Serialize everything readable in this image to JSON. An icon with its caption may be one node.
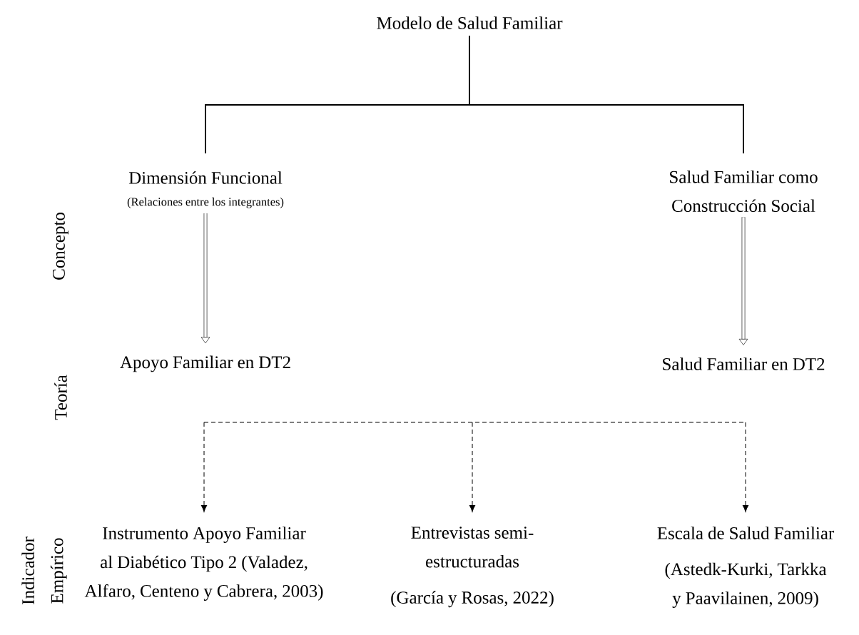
{
  "diagram": {
    "nodes": [
      {
        "text": [
          "Modelo de Salud Familiar"
        ]
      },
      {
        "text": [
          "Dimensión Funcional",
          "(Relaciones entre los integrantes)"
        ]
      },
      {
        "text": [
          "Salud Familiar como Construcción Social"
        ]
      },
      {
        "text": [
          "Apoyo Familiar en DT2"
        ]
      },
      {
        "text": [
          "Salud Familiar en DT2"
        ]
      },
      {
        "text": [
          "Instrumento Apoyo Familiar al Diabético Tipo 2 (Valadez, Alfaro, Centeno y Cabrera, 2003)"
        ]
      },
      {
        "text": [
          "Entrevistas semi-estructuradas",
          "(García y Rosas, 2022)"
        ]
      },
      {
        "text": [
          "Escala de Salud Familiar",
          "(Astedk-Kurki, Tarkka y Paavilainen, 2009)"
        ]
      }
    ],
    "edges": [
      {
        "from": 0,
        "to": 1,
        "arrow": "none"
      },
      {
        "from": 0,
        "to": 2,
        "arrow": "none"
      },
      {
        "from": 1,
        "to": 3,
        "arrow": "to",
        "style": "thick"
      },
      {
        "from": 2,
        "to": 4,
        "arrow": "to",
        "style": "thick"
      },
      {
        "from": null,
        "to": 5,
        "arrow": "to",
        "style": "dashed"
      },
      {
        "from": null,
        "to": 6,
        "arrow": "to",
        "style": "dashed"
      },
      {
        "from": null,
        "to": 7,
        "arrow": "to",
        "style": "dashed"
      }
    ],
    "labels": [
      "Concepto",
      "Teoría",
      "Indicador Empírico"
    ]
  }
}
